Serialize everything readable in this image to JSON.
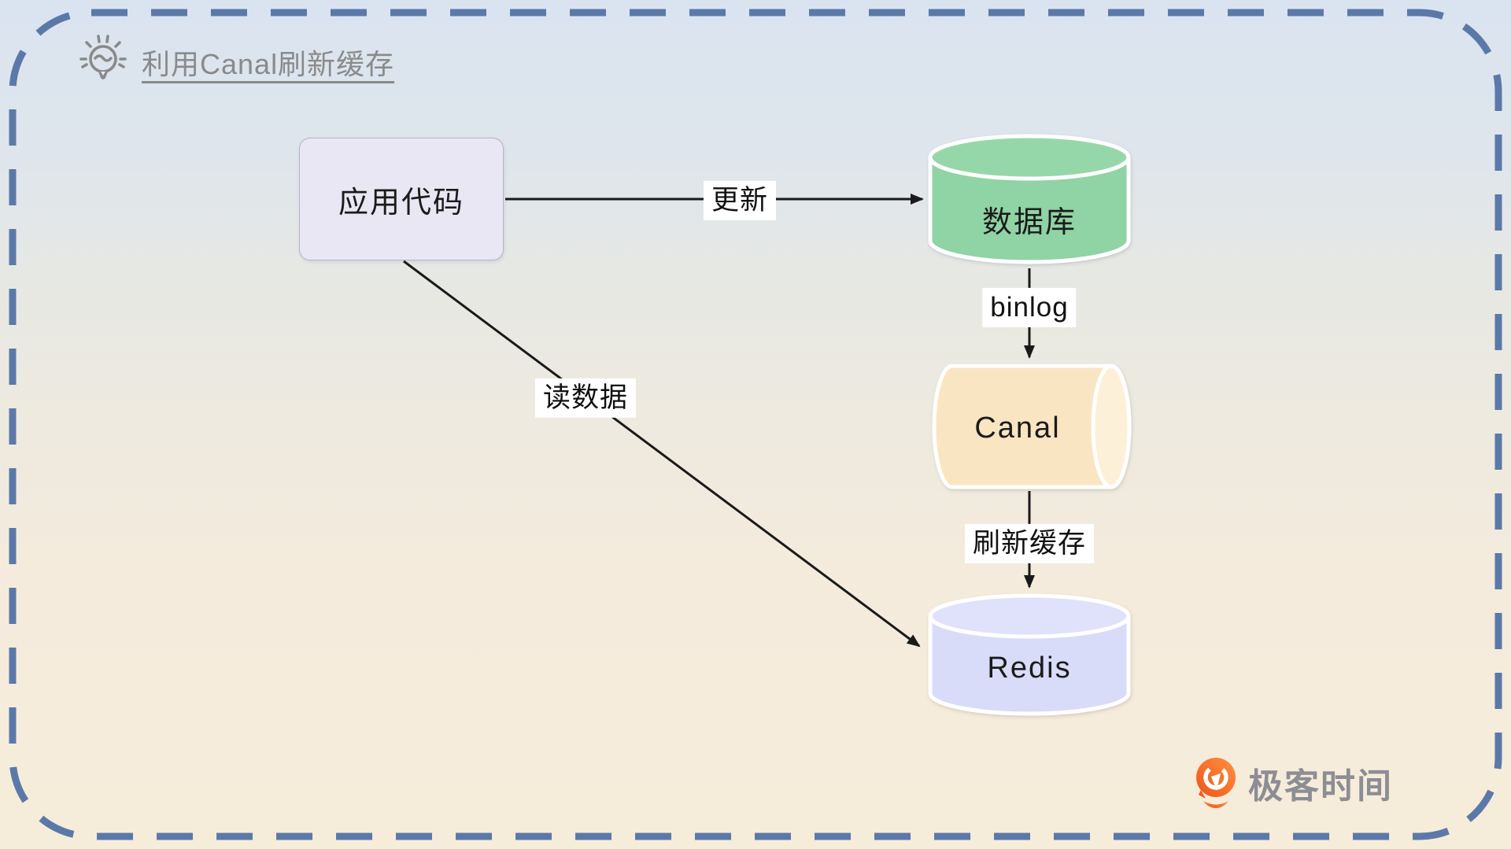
{
  "header": {
    "title": "利用Canal刷新缓存",
    "icon": "lightbulb-icon"
  },
  "nodes": {
    "app_code": {
      "label": "应用代码",
      "shape": "rounded-rect",
      "fill": "#e9e7f4"
    },
    "database": {
      "label": "数据库",
      "shape": "cylinder-vertical",
      "fill": "#90d3a5"
    },
    "canal": {
      "label": "Canal",
      "shape": "cylinder-horizontal",
      "fill": "#fae5c2"
    },
    "redis": {
      "label": "Redis",
      "shape": "cylinder-vertical",
      "fill": "#d9dcf8"
    }
  },
  "edges": [
    {
      "from": "app_code",
      "to": "database",
      "label": "更新"
    },
    {
      "from": "database",
      "to": "canal",
      "label": "binlog"
    },
    {
      "from": "canal",
      "to": "redis",
      "label": "刷新缓存"
    },
    {
      "from": "app_code",
      "to": "redis",
      "label": "读数据"
    }
  ],
  "branding": {
    "logo_icon": "geektime-logo-icon",
    "logo_text": "极客时间",
    "logo_color": "#f26122",
    "text_color": "#8d8d94"
  },
  "colors": {
    "border_dash": "#5b79a8",
    "background_top": "#dae4f0",
    "background_bottom": "#f6ecda",
    "arrow": "#1a1a1a",
    "title_text": "#8a8a8a"
  }
}
